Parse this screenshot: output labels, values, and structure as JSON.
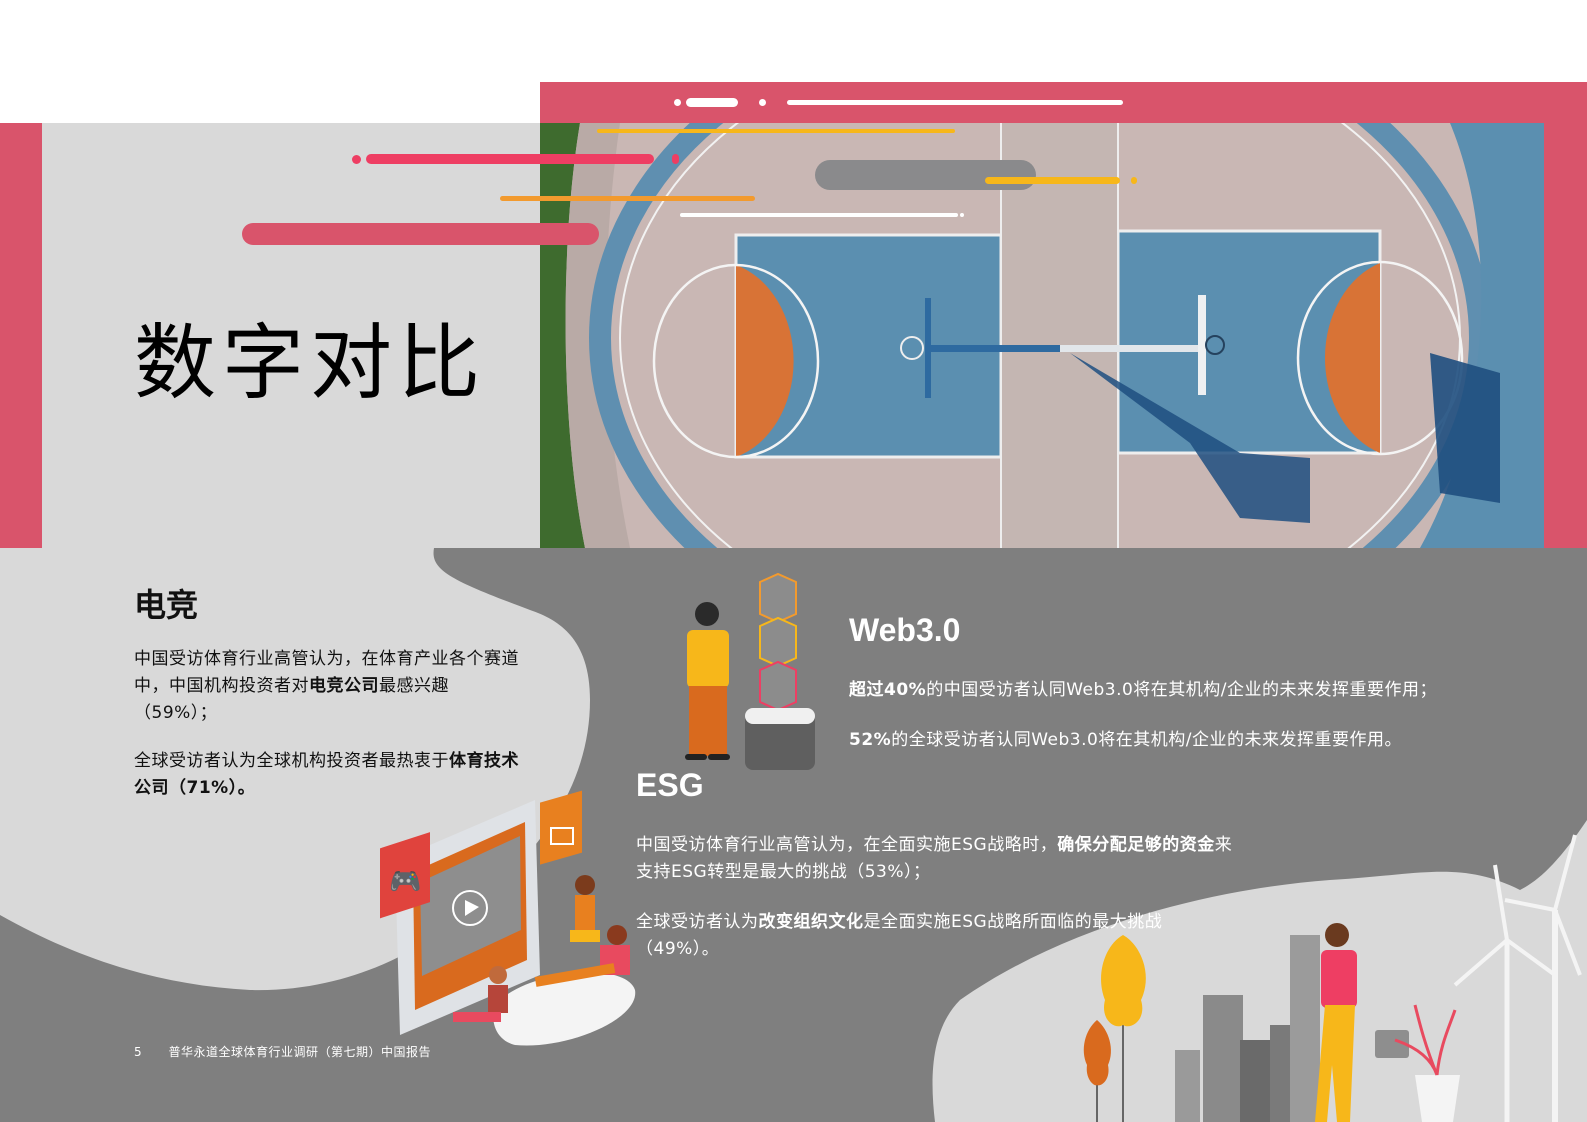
{
  "page": {
    "title": "数字对比",
    "colors": {
      "accent_pink": "#d9546b",
      "bright_pink": "#ee3e63",
      "orange": "#f29a2e",
      "yellow": "#f7b71a",
      "light_gray": "#d9d9d9",
      "dark_gray": "#7f7f7f",
      "pill_gray": "#8a8a8c"
    }
  },
  "esports": {
    "heading": "电竞",
    "p1": {
      "pre": "中国受访体育行业高管认为，在体育产业各个赛道中，中国机构投资者对",
      "bold": "电竞公司",
      "post": "最感兴趣（59%）；"
    },
    "p2": {
      "pre": "全球受访者认为全球机构投资者最热衷于",
      "bold": "体育技术公司（71%）。",
      "post": ""
    }
  },
  "web3": {
    "heading": "Web3.0",
    "p1": {
      "bold": "超过40%",
      "post": "的中国受访者认同Web3.0将在其机构/企业的未来发挥重要作用；"
    },
    "p2": {
      "bold": "52%",
      "post": "的全球受访者认同Web3.0将在其机构/企业的未来发挥重要作用。"
    }
  },
  "esg": {
    "heading": "ESG",
    "p1": {
      "pre": "中国受访体育行业高管认为，在全面实施ESG战略时，",
      "bold": "确保分配足够的资金",
      "post": "来支持ESG转型是最大的挑战（53%）；"
    },
    "p2": {
      "pre": "全球受访者认为",
      "bold": "改变组织文化",
      "post": "是全面实施ESG战略所面临的最大挑战（49%）。"
    }
  },
  "footer": {
    "page_number": "5",
    "report_title": "普华永道全球体育行业调研（第七期）中国报告"
  },
  "illustrations": {
    "hero": "basketball-court-aerial-photo",
    "esports": "people-watching-screen-with-gamepad-and-tv-icons",
    "web3": "man-looking-at-blockchain-cube-stack",
    "esg": "woman-watering-plant-city-wind-turbines"
  }
}
